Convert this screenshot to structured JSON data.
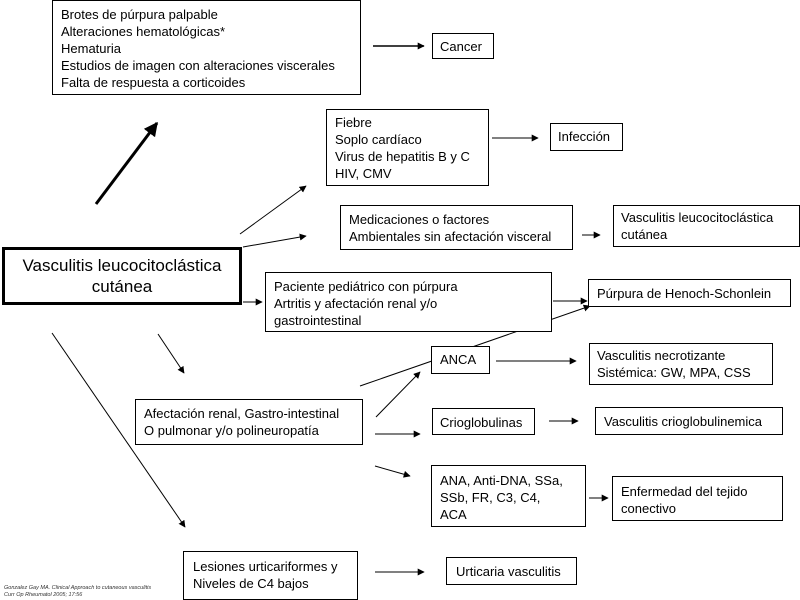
{
  "main_node": [
    "Vasculitis leucocitoclástica",
    "cutánea"
  ],
  "nodes": {
    "cancer_criteria": [
      "Brotes de púrpura palpable",
      "Alteraciones hematológicas*",
      "Hematuria",
      "Estudios de imagen con alteraciones viscerales",
      "Falta de respuesta a corticoides"
    ],
    "cancer": [
      "Cancer"
    ],
    "infection_criteria": [
      "Fiebre",
      "Soplo cardíaco",
      "Virus de hepatitis B y C",
      "HIV, CMV"
    ],
    "infection": [
      "Infección"
    ],
    "medication_criteria": [
      "Medicaciones o factores",
      "Ambientales sin afectación visceral"
    ],
    "cutaneous_vasculitis": [
      "Vasculitis leucocitoclástica",
      "cutánea"
    ],
    "pediatric_criteria": [
      "Paciente pediátrico con púrpura",
      "Artritis y afectación renal y/o",
      "gastrointestinal"
    ],
    "henoch": [
      "Púrpura de Henoch-Schonlein"
    ],
    "anca": [
      "ANCA"
    ],
    "necrotizing": [
      "Vasculitis necrotizante",
      "Sistémica: GW, MPA, CSS"
    ],
    "organ_involvement": [
      "Afectación renal, Gastro-intestinal",
      "O pulmonar y/o polineuropatía"
    ],
    "cryoglobulins": [
      "Crioglobulinas"
    ],
    "cryoglobulinemic": [
      "Vasculitis crioglobulinemica"
    ],
    "autoantibodies": [
      "ANA, Anti-DNA, SSa,",
      "SSb, FR, C3, C4,",
      "ACA"
    ],
    "connective_tissue": [
      "Enfermedad del tejido",
      "conectivo"
    ],
    "urticarial_criteria": [
      "Lesiones urticariformes y",
      "Niveles de C4 bajos"
    ],
    "urticarial_vasculitis": [
      "Urticaria vasculitis"
    ]
  },
  "citation": [
    "Gonzalez Gay MA. Clinical Approach to cutaneous vasculitis",
    "Curr Op Rheumatol 2005; 17:56"
  ]
}
